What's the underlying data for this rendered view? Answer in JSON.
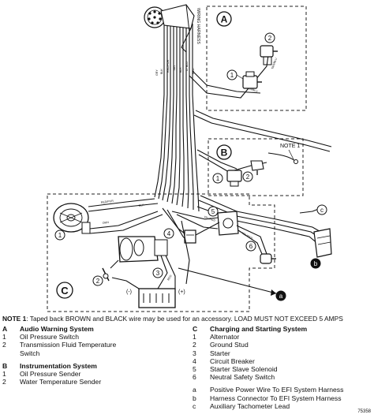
{
  "diagram": {
    "wiring_harness_label": "WIRING HARNESS",
    "callouts": {
      "section_a": "A",
      "section_b": "B",
      "section_c": "C",
      "note_box": "NOTE 1",
      "item_a1": "1",
      "item_a2": "2",
      "item_b1": "1",
      "item_b2": "2",
      "item_c1": "1",
      "item_c2": "2",
      "item_c3": "3",
      "item_c4": "4",
      "item_c5": "5",
      "item_c6": "6",
      "lead_a": "a",
      "lead_b": "b",
      "lead_c": "c",
      "battery_minus": "(-)",
      "battery_plus": "(+)"
    }
  },
  "legend": {
    "note_label": "NOTE 1",
    "note_text": ": Taped back BROWN and BLACK wire may be used for an accessory. LOAD MUST NOT EXCEED 5 AMPS",
    "col_left": [
      {
        "key": "A",
        "title": "Audio Warning System",
        "items": [
          {
            "key": "1",
            "text": "Oil Pressure Switch"
          },
          {
            "key": "2",
            "text": "Transmission Fluid Temperature"
          },
          {
            "key": "",
            "text": "Switch"
          }
        ]
      },
      {
        "key": "B",
        "title": "Instrumentation System",
        "items": [
          {
            "key": "1",
            "text": "Oil Pressure Sender"
          },
          {
            "key": "2",
            "text": "Water Temperature Sender"
          }
        ]
      }
    ],
    "col_right": {
      "system": {
        "key": "C",
        "title": "Charging and Starting System",
        "items": [
          {
            "key": "1",
            "text": "Alternator"
          },
          {
            "key": "2",
            "text": "Ground Stud"
          },
          {
            "key": "3",
            "text": "Starter"
          },
          {
            "key": "4",
            "text": "Circuit Breaker"
          },
          {
            "key": "5",
            "text": "Starter Slave Solenoid"
          },
          {
            "key": "6",
            "text": "Neutral Safety Switch"
          }
        ]
      },
      "leads": [
        {
          "key": "a",
          "text": "Positive Power Wire To EFI System Harness"
        },
        {
          "key": "b",
          "text": "Harness Connector To EFI System Harness"
        },
        {
          "key": "c",
          "text": "Auxiliary Tachometer Lead"
        }
      ]
    },
    "figure_code": "75358"
  }
}
